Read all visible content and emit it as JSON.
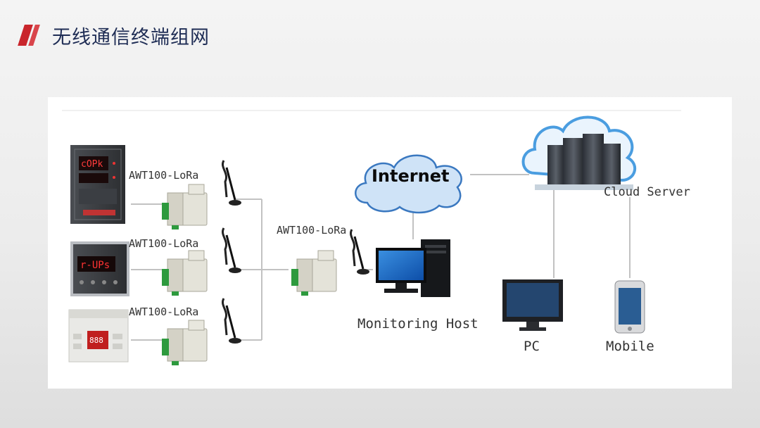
{
  "slide": {
    "title": "无线通信终端组网"
  },
  "diagram": {
    "device_label_1": "AWT100-LoRa",
    "device_label_2": "AWT100-LoRa",
    "device_label_3": "AWT100-LoRa",
    "gateway_label": "AWT100-LoRa",
    "internet_label": "Internet",
    "cloud_label": "Cloud Server",
    "host_label": "Monitoring Host",
    "pc_label": "PC",
    "mobile_label": "Mobile"
  },
  "colors": {
    "accent": "#c9252c",
    "title_text": "#1f2d55",
    "cloud_fill": "#cfe3f7",
    "cloud_stroke": "#3a78c0"
  }
}
